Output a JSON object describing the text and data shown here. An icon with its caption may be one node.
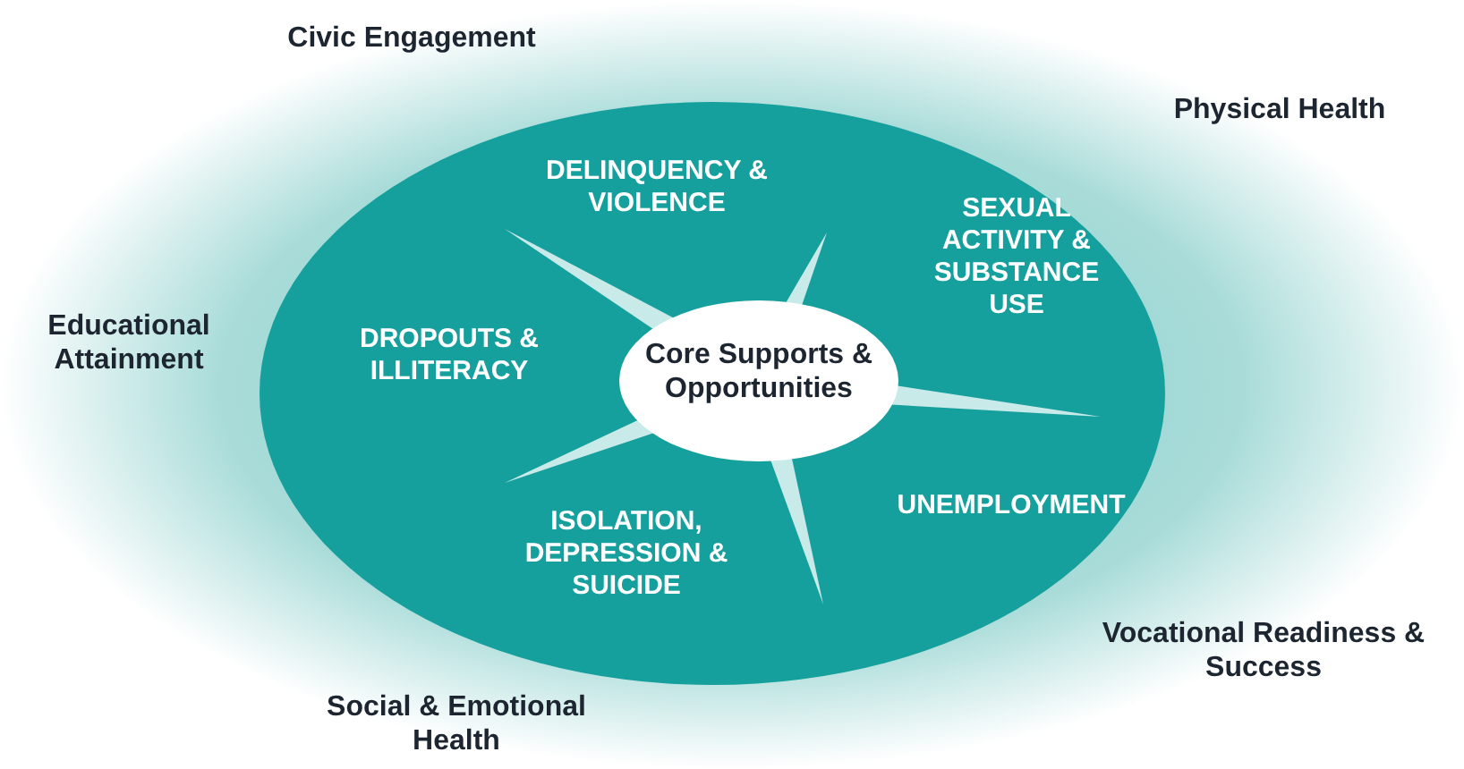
{
  "diagram": {
    "nodes": [
      {
        "text": [
          "Civic Engagement",
          "Physical Health",
          "Educational Attainment",
          "Vocational Readiness & Success",
          "Social & Emotional Health"
        ]
      },
      {
        "text": [
          "DELINQUENCY & VIOLENCE",
          "SEXUAL ACTIVITY & SUBSTANCE USE",
          "DROPOUTS & ILLITERACY",
          "UNEMPLOYMENT",
          "ISOLATION, DEPRESSION & SUICIDE"
        ],
        "in": 0
      },
      {
        "text": [
          "Core Supports & Opportunities"
        ],
        "in": 1
      }
    ]
  }
}
